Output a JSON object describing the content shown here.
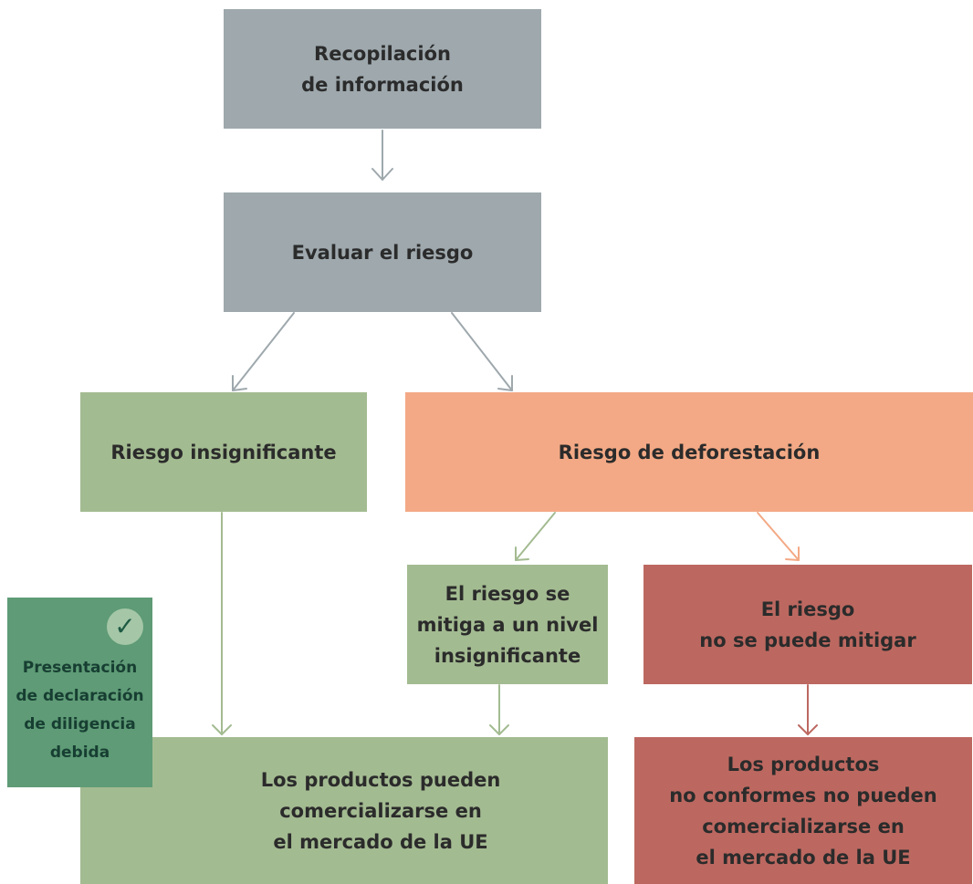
{
  "diagram": {
    "nodes": {
      "recopilacion": "Recopilación\nde información",
      "evaluar": "Evaluar el riesgo",
      "insignificante": "Riesgo insignificante",
      "deforestacion": "Riesgo de deforestación",
      "mitiga": "El riesgo se\nmitiga a un nivel\ninsignificante",
      "no_mitigar": "El riesgo\nno se puede mitigar",
      "pueden": "Los productos pueden\ncomercializarse en\nel mercado de la UE",
      "no_pueden": "Los productos\nno conformes no pueden\ncomercializarse en\nel mercado de la UE"
    },
    "badge": {
      "icon": "check-icon",
      "label": "Presentación\nde declaración\nde diligencia\ndebida"
    },
    "edges": [
      {
        "from": "recopilacion",
        "to": "evaluar"
      },
      {
        "from": "evaluar",
        "to": "insignificante"
      },
      {
        "from": "evaluar",
        "to": "deforestacion"
      },
      {
        "from": "insignificante",
        "to": "pueden"
      },
      {
        "from": "deforestacion",
        "to": "mitiga"
      },
      {
        "from": "deforestacion",
        "to": "no_mitigar"
      },
      {
        "from": "mitiga",
        "to": "pueden"
      },
      {
        "from": "no_mitigar",
        "to": "no_pueden"
      }
    ],
    "colors": {
      "gray": "#9ea8ad",
      "green": "#a3bb91",
      "orange": "#f3a985",
      "red": "#bc6860",
      "dark_green": "#5e9b76"
    }
  }
}
